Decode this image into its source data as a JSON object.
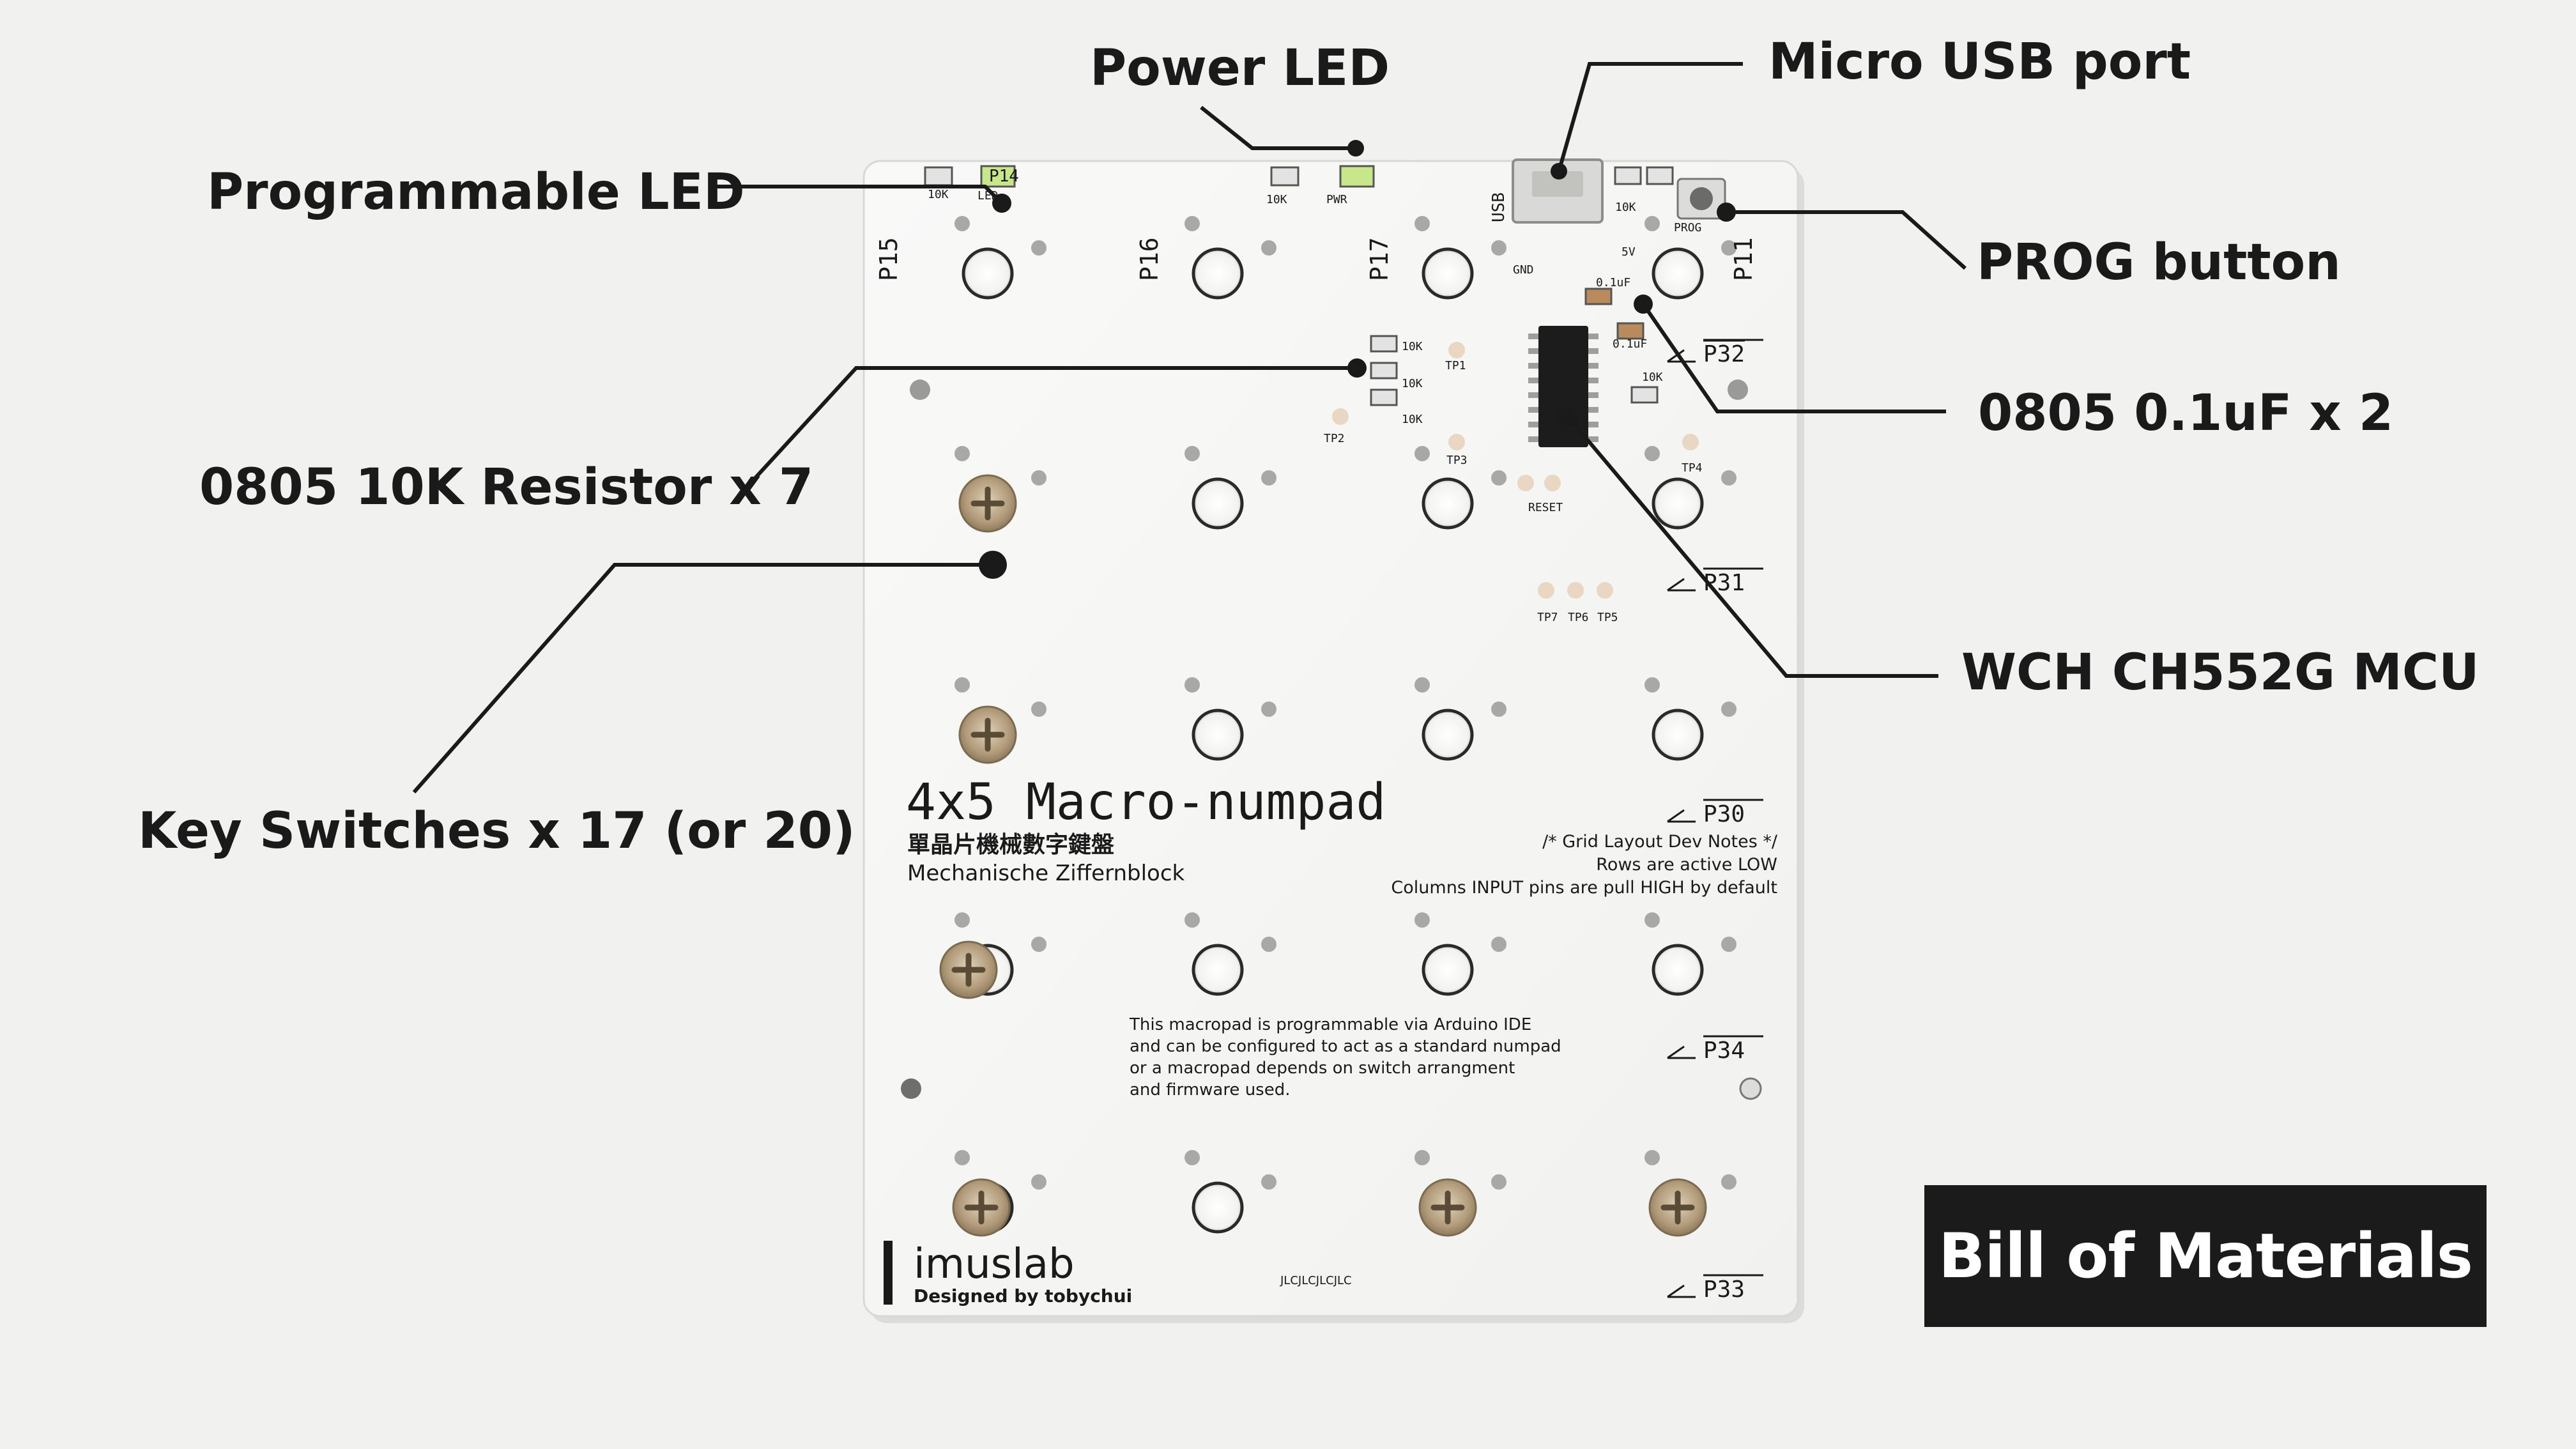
{
  "callouts": {
    "power_led": "Power LED",
    "micro_usb_port": "Micro USB port",
    "programmable_led": "Programmable LED",
    "prog_button": "PROG button",
    "capacitors": "0805 0.1uF x 2",
    "resistors": "0805 10K Resistor x 7",
    "mcu": "WCH CH552G MCU",
    "key_switches": "Key Switches x 17 (or 20)"
  },
  "badge": {
    "title": "Bill of Materials"
  },
  "board": {
    "title": "4x5 Macro-numpad",
    "subtitle_cn": "單晶片機械數字鍵盤",
    "subtitle_de": "Mechanische Ziffernblock",
    "dev_notes": [
      "/* Grid Layout Dev Notes */",
      "Rows are active LOW",
      "Columns INPUT pins are pull HIGH by default"
    ],
    "description": [
      "This macropad is programmable via Arduino IDE",
      "and can be configured to act as a standard numpad",
      "or a macropad depends on switch arrangment",
      "and firmware used."
    ],
    "brand": "imuslab",
    "designer": "Designed by tobychui",
    "jlc": "JLCJLCJLCJLC",
    "column_labels": [
      "P15",
      "P16",
      "P17",
      "P11"
    ],
    "row_labels": [
      "P32",
      "P31",
      "P30",
      "P34",
      "P33"
    ],
    "pin_led": "P14",
    "parts": {
      "r10k": "10K",
      "led": "LED",
      "pwr": "PWR",
      "usb": "USB",
      "gnd": "GND",
      "v5": "5V",
      "prog": "PROG",
      "cap": "0.1uF",
      "reset": "RESET",
      "tp1": "TP1",
      "tp2": "TP2",
      "tp3": "TP3",
      "tp4": "TP4",
      "tp5": "TP5",
      "tp6": "TP6",
      "tp7": "TP7"
    }
  },
  "colors": {
    "background": "#f1f1f0",
    "pcb": "#f7f7f5",
    "silkscreen": "#1a1a1a",
    "pad": "#c9c9c9",
    "screw": "#b8a58a",
    "led_green": "#c8e68a",
    "badge_bg": "#1b1b1b",
    "badge_text": "#ffffff"
  }
}
